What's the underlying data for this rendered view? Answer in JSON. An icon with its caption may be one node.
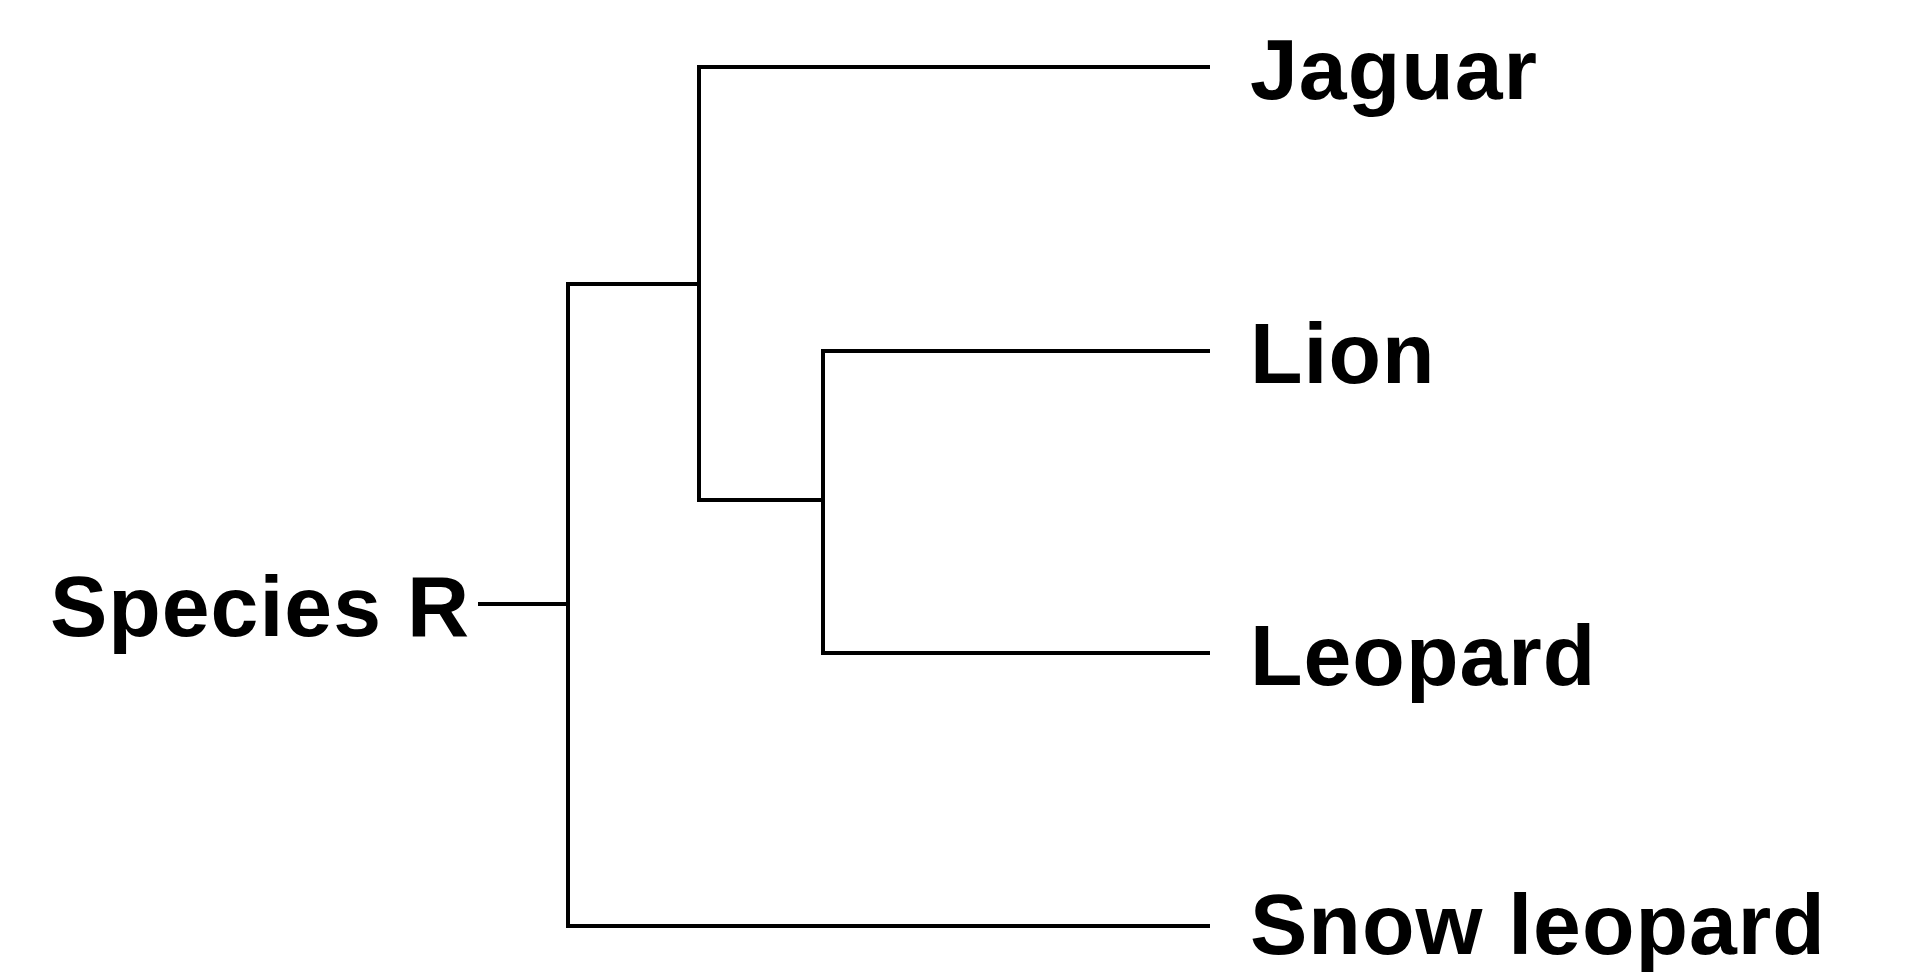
{
  "diagram": {
    "nodes": [
      {
        "text": [
          "Species R"
        ]
      },
      {
        "text": [
          "Jaguar"
        ]
      },
      {
        "text": [
          "Lion"
        ]
      },
      {
        "text": [
          "Leopard"
        ]
      },
      {
        "text": [
          "Snow leopard"
        ]
      }
    ],
    "edges": [
      {
        "from": 0,
        "to": 1,
        "arrow": "none"
      },
      {
        "from": 0,
        "to": 2,
        "arrow": "none"
      },
      {
        "from": 0,
        "to": 3,
        "arrow": "none"
      },
      {
        "from": 0,
        "to": 4,
        "arrow": "none"
      }
    ]
  }
}
